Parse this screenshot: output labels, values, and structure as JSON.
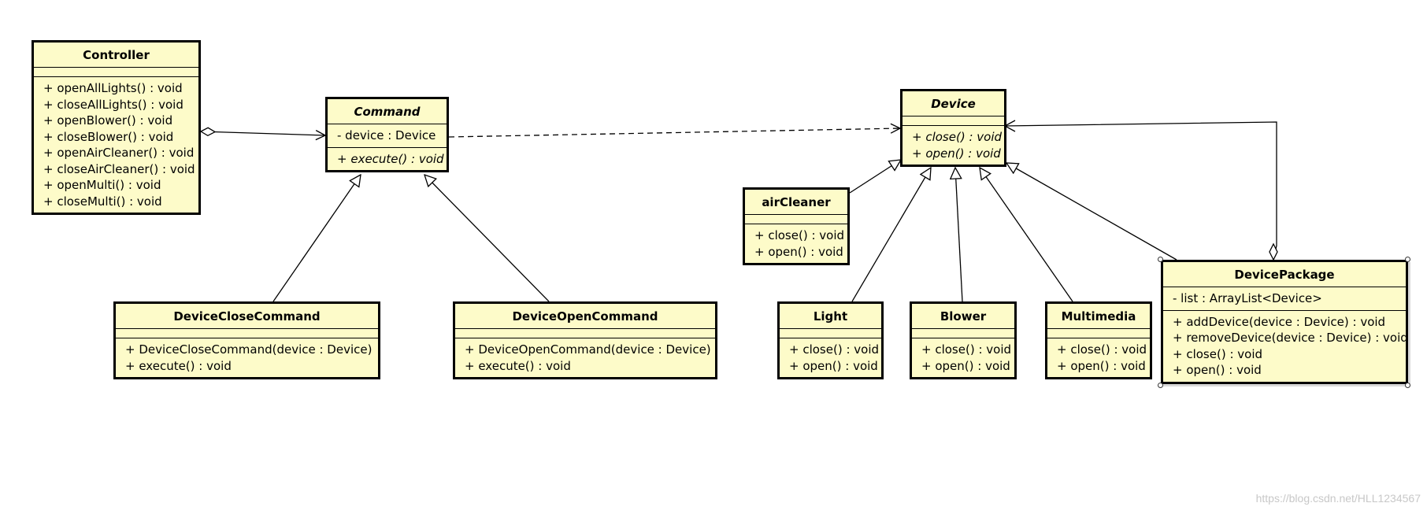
{
  "classes": {
    "controller": {
      "name": "Controller",
      "attributes": [],
      "operations": [
        "+ openAllLights() : void",
        "+ closeAllLights() : void",
        "+ openBlower() : void",
        "+ closeBlower() : void",
        "+ openAirCleaner() : void",
        "+ closeAirCleaner() : void",
        "+ openMulti() : void",
        "+ closeMulti() : void"
      ]
    },
    "command": {
      "name": "Command",
      "attributes": [
        "- device : Device"
      ],
      "operations": [
        "+ execute() : void"
      ]
    },
    "device_close_command": {
      "name": "DeviceCloseCommand",
      "attributes": [],
      "operations": [
        "+ DeviceCloseCommand(device : Device)",
        "+ execute() : void"
      ]
    },
    "device_open_command": {
      "name": "DeviceOpenCommand",
      "attributes": [],
      "operations": [
        "+ DeviceOpenCommand(device : Device)",
        "+ execute() : void"
      ]
    },
    "device": {
      "name": "Device",
      "attributes": [],
      "operations": [
        "+ close() : void",
        "+ open() : void"
      ]
    },
    "air_cleaner": {
      "name": "airCleaner",
      "attributes": [],
      "operations": [
        "+ close() : void",
        "+ open() : void"
      ]
    },
    "light": {
      "name": "Light",
      "attributes": [],
      "operations": [
        "+ close() : void",
        "+ open() : void"
      ]
    },
    "blower": {
      "name": "Blower",
      "attributes": [],
      "operations": [
        "+ close() : void",
        "+ open() : void"
      ]
    },
    "multimedia": {
      "name": "Multimedia",
      "attributes": [],
      "operations": [
        "+ close() : void",
        "+ open() : void"
      ]
    },
    "device_package": {
      "name": "DevicePackage",
      "attributes": [
        "- list : ArrayList<Device>"
      ],
      "operations": [
        "+ addDevice(device : Device) : void",
        "+ removeDevice(device : Device) : void",
        "+ close() : void",
        "+ open() : void"
      ]
    }
  },
  "watermark": "https://blog.csdn.net/HLL1234567"
}
